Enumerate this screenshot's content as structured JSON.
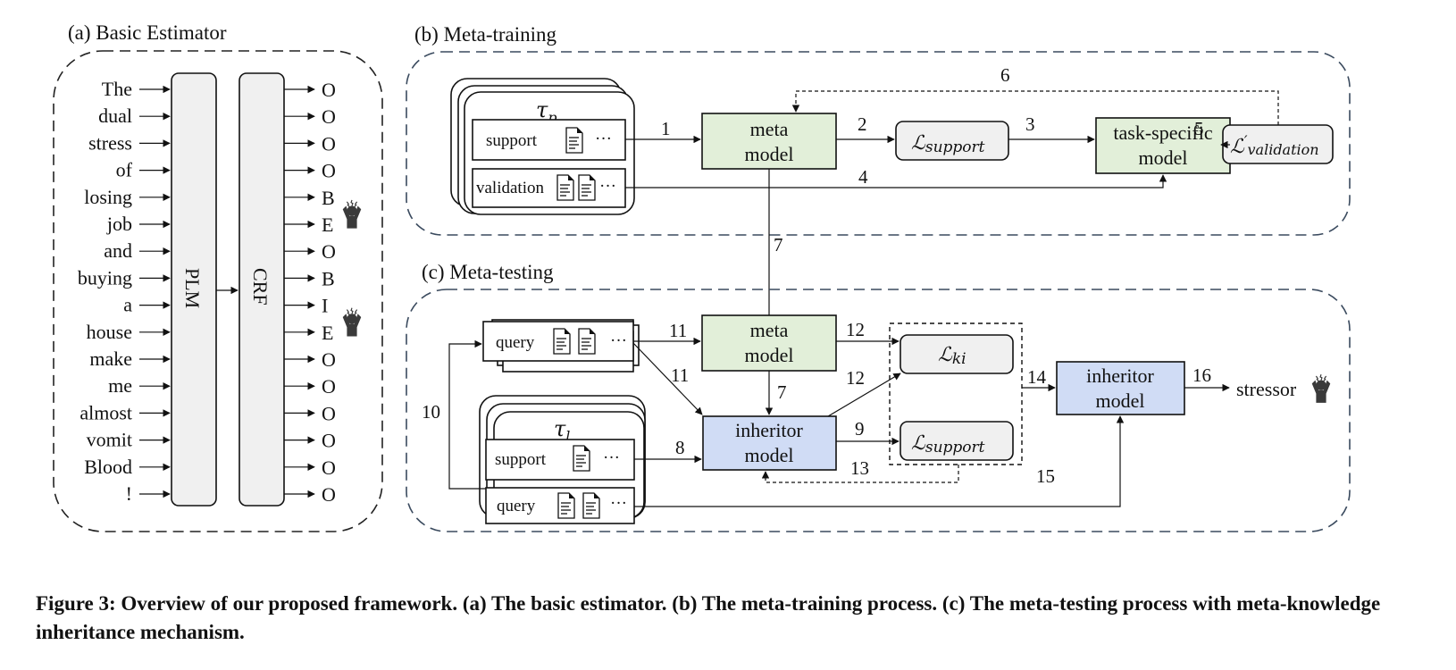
{
  "sections": {
    "a": "(a) Basic Estimator",
    "b": "(b) Meta-training",
    "c": "(c) Meta-testing"
  },
  "basic_estimator": {
    "tokens": [
      "The",
      "dual",
      "stress",
      "of",
      "losing",
      "job",
      "and",
      "buying",
      "a",
      "house",
      "make",
      "me",
      "almost",
      "vomit",
      "Blood",
      "!"
    ],
    "tags": [
      "O",
      "O",
      "O",
      "O",
      "B",
      "E",
      "O",
      "B",
      "I",
      "E",
      "O",
      "O",
      "O",
      "O",
      "O",
      "O"
    ],
    "encoder_label": "PLM",
    "decoder_label": "CRF",
    "stressor_icon_rows": [
      4,
      8
    ]
  },
  "meta_training": {
    "task_label": "τp",
    "task_label_main": "τ",
    "task_label_sub": "p",
    "support_label": "support",
    "validation_label": "validation",
    "ellipsis": "···",
    "meta_model": [
      "meta",
      "model"
    ],
    "task_specific_model": [
      "task-specific",
      "model"
    ],
    "loss_support": {
      "main": "ℒ",
      "sub": "support"
    },
    "loss_validation": {
      "main": "ℒ",
      "prime": "′",
      "sub": "validation"
    },
    "steps": {
      "s1": "1",
      "s2": "2",
      "s3": "3",
      "s4": "4",
      "s5": "5",
      "s6": "6",
      "s7": "7"
    }
  },
  "meta_testing": {
    "query_label": "query",
    "task_label_main": "τ",
    "task_label_sub": "l",
    "support_label": "support",
    "ellipsis": "···",
    "meta_model": [
      "meta",
      "model"
    ],
    "inheritor_model": [
      "inheritor",
      "model"
    ],
    "inheritor_model_final": [
      "inheritor",
      "model"
    ],
    "loss_ki": {
      "main": "ℒ",
      "sub": "ki"
    },
    "loss_support": {
      "main": "ℒ",
      "sub": "support"
    },
    "output_label": "stressor",
    "steps": {
      "s7": "7",
      "s8": "8",
      "s9": "9",
      "s10": "10",
      "s11a": "11",
      "s11b": "11",
      "s12a": "12",
      "s12b": "12",
      "s13": "13",
      "s14": "14",
      "s15": "15",
      "s16": "16"
    }
  },
  "colors": {
    "meta_model_fill": "#e2efd9",
    "inheritor_fill": "#d0dcf5",
    "loss_fill": "#f0f0f0",
    "module_fill": "#f0f0f0",
    "panel_border": "#3a4a5e",
    "icon": "#3a3a3a"
  },
  "caption": "Figure 3: Overview of our proposed framework. (a) The basic estimator. (b) The meta-training process. (c) The meta-testing process with meta-knowledge inheritance mechanism."
}
